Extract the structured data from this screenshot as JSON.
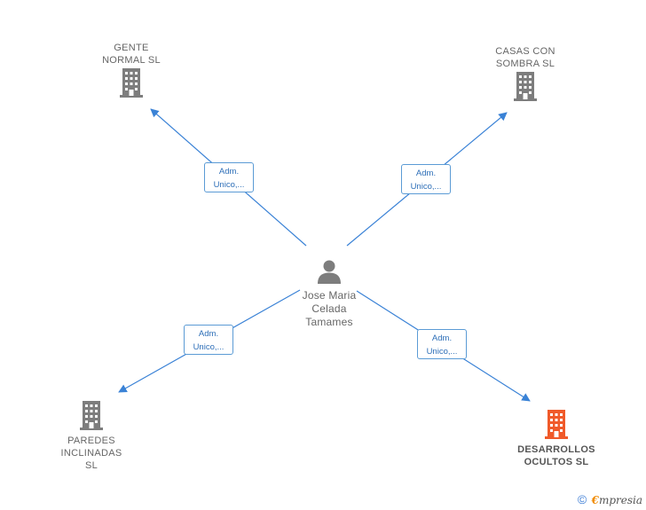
{
  "colors": {
    "edge": "#3a82d6",
    "building": "#7d7d7d",
    "building_focus": "#f05a2a",
    "person": "#7d7d7d"
  },
  "nodes": {
    "gente": {
      "label": "GENTE\nNORMAL  SL",
      "icon": "building-icon"
    },
    "casas": {
      "label": "CASAS CON\nSOMBRA  SL",
      "icon": "building-icon"
    },
    "person": {
      "label": "Jose Maria\nCelada\nTamames",
      "icon": "person-icon"
    },
    "paredes": {
      "label": "PAREDES\nINCLINADAS\nSL",
      "icon": "building-icon"
    },
    "desarrollos": {
      "label": "DESARROLLOS\nOCULTOS  SL",
      "icon": "building-icon"
    }
  },
  "edges": [
    {
      "from": "person",
      "to": "gente",
      "role_line1": "Adm.",
      "role_line2": "Unico,..."
    },
    {
      "from": "person",
      "to": "casas",
      "role_line1": "Adm.",
      "role_line2": "Unico,..."
    },
    {
      "from": "person",
      "to": "paredes",
      "role_line1": "Adm.",
      "role_line2": "Unico,..."
    },
    {
      "from": "person",
      "to": "desarrollos",
      "role_line1": "Adm.",
      "role_line2": "Unico,..."
    }
  ],
  "footer": {
    "copyright": "©",
    "brand_first": "€",
    "brand_rest": "mpresia"
  }
}
